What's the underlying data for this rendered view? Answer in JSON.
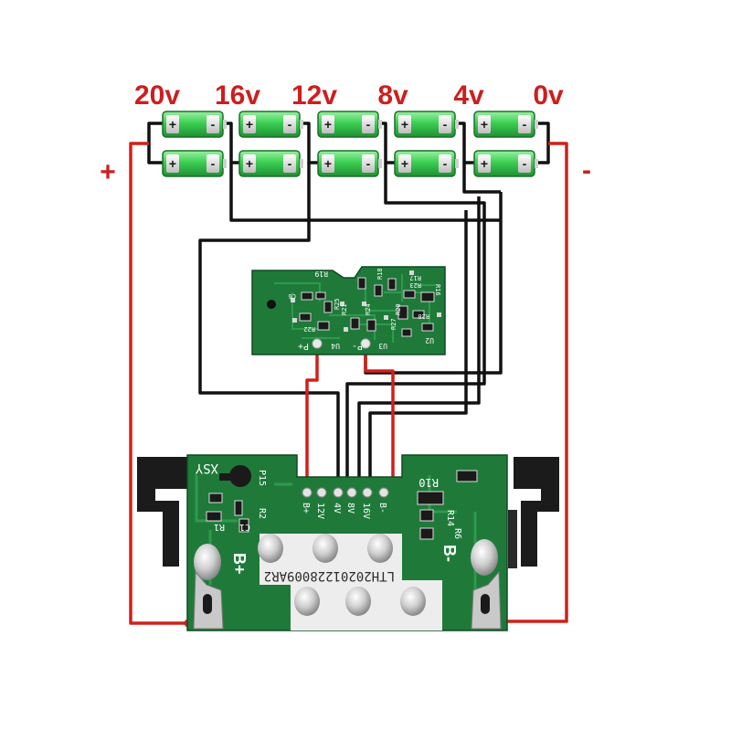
{
  "colors": {
    "wire_red": "#d0201a",
    "wire_black": "#111111",
    "label_red": "#cc1f1f",
    "pcb_green": "#1f7a3a",
    "pcb_dark": "#156130",
    "battery_green": "#36c24a",
    "battery_cap": "#e6e6e6",
    "pad_gold": "#c8a95a"
  },
  "voltage_labels": [
    "20v",
    "16v",
    "12v",
    "8v",
    "4v",
    "0v"
  ],
  "polarity": {
    "plus": "+",
    "minus": "-"
  },
  "battery": {
    "plus_sign": "+",
    "minus_sign": "-"
  },
  "small_board": {
    "refs": [
      "R19",
      "R18",
      "R17",
      "R23",
      "R16",
      "R20",
      "R25",
      "R21",
      "R24",
      "R28",
      "R27",
      "R22",
      "U4",
      "U3",
      "U2",
      "C6"
    ],
    "pin_labels": [
      "P+",
      "P-"
    ]
  },
  "main_board": {
    "pin_labels": [
      "B+",
      "12V",
      "4V",
      "8V",
      "16V",
      "B-"
    ],
    "left_refs": [
      "XSY",
      "P15",
      "R2",
      "C1",
      "R1"
    ],
    "right_refs": [
      "R10",
      "R14",
      "R6"
    ],
    "terminal_plus": "B+",
    "terminal_minus": "B-",
    "part_number": "LTH20201228009AR2"
  }
}
